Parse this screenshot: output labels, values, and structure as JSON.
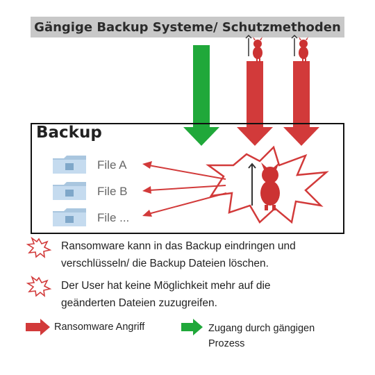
{
  "title": "Gängige Backup Systeme/ Schutzmethoden",
  "backup": {
    "heading": "Backup",
    "files": [
      {
        "label": "File A",
        "icon": "folder-icon"
      },
      {
        "label": "File B",
        "icon": "folder-icon"
      },
      {
        "label": "File ...",
        "icon": "folder-icon"
      }
    ]
  },
  "notes": [
    {
      "icon": "red-starburst-icon",
      "text_line1": "Ransomware kann in das Backup eindringen und",
      "text_line2": "verschlüsseln/ die Backup Dateien löschen."
    },
    {
      "icon": "red-starburst-icon",
      "text_line1": "Der User hat keine Möglichkeit mehr auf die",
      "text_line2": "geänderten Dateien zuzugreifen."
    }
  ],
  "legend": {
    "red": {
      "label": "Ransomware Angriff",
      "icon": "red-arrow-icon"
    },
    "green": {
      "label_line1": "Zugang  durch gängigen",
      "label_line2": "Prozess",
      "icon": "green-arrow-icon"
    }
  },
  "colors": {
    "red": "#d23a3a",
    "green": "#20a83a",
    "folder": "#a9c6df",
    "title_bg": "#c8c8c8"
  }
}
